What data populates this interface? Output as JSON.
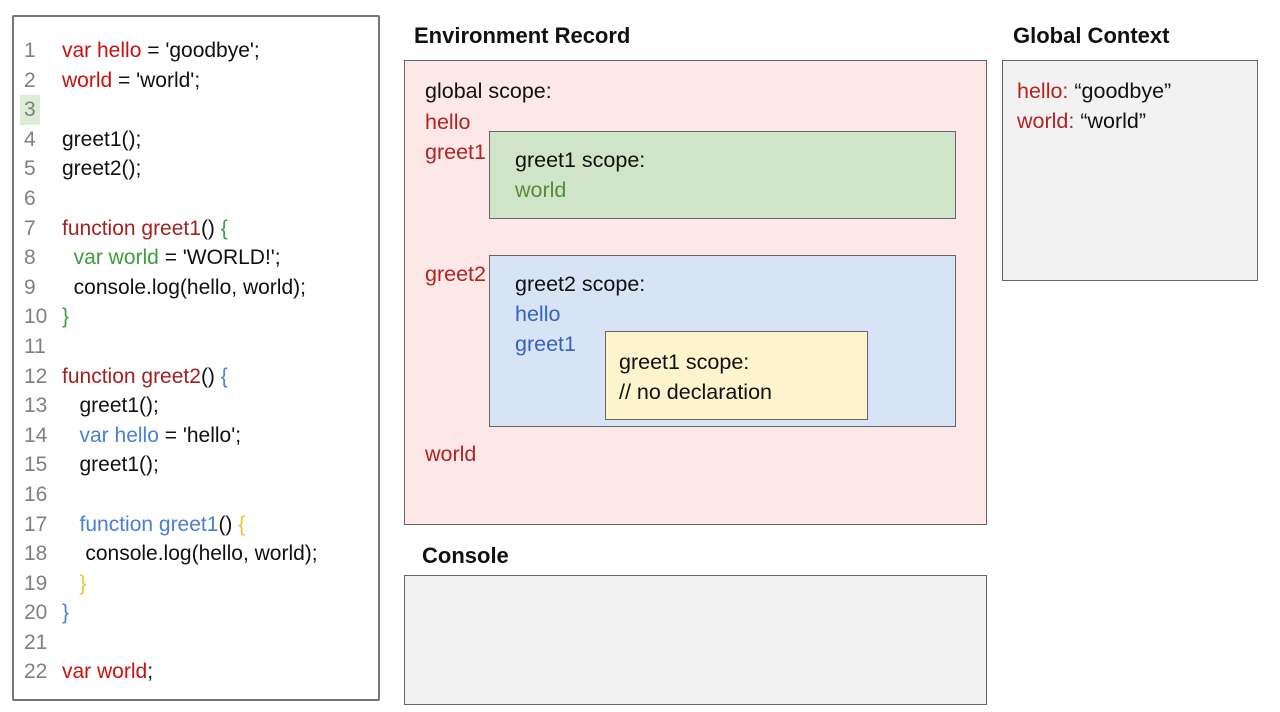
{
  "colors": {
    "code_red": "#cc1010",
    "func_red": "#a32121",
    "label_red": "#b52222",
    "code_green": "#3c9e3c",
    "scope_green": "#538d3a",
    "code_blue": "#4a7fd6",
    "scope_blue": "#3464c2",
    "code_yellow": "#f1c232",
    "code_black": "#111111",
    "line_number_gray": "#808080",
    "highlight_green": "#dcecd5",
    "pink_fill": "#fce8e7",
    "green_fill": "#d0e5c8",
    "blue_fill": "#d7e4f6",
    "yellow_fill": "#fdf3cd",
    "panel_gray_fill": "#f2f2f2"
  },
  "code": {
    "lines": [
      {
        "n": "1",
        "segs": [
          [
            "code_red",
            "var hello"
          ],
          [
            "code_black",
            " = 'goodbye';"
          ]
        ]
      },
      {
        "n": "2",
        "segs": [
          [
            "code_red",
            "world"
          ],
          [
            "code_black",
            " = 'world';"
          ]
        ]
      },
      {
        "n": "3",
        "highlight": true,
        "segs": []
      },
      {
        "n": "4",
        "segs": [
          [
            "code_black",
            "greet1();"
          ]
        ]
      },
      {
        "n": "5",
        "segs": [
          [
            "code_black",
            "greet2();"
          ]
        ]
      },
      {
        "n": "6",
        "segs": []
      },
      {
        "n": "7",
        "segs": [
          [
            "func_red",
            "function greet1"
          ],
          [
            "code_black",
            "() "
          ],
          [
            "code_green",
            "{"
          ]
        ]
      },
      {
        "n": "8",
        "segs": [
          [
            "code_green",
            "  var world"
          ],
          [
            "code_black",
            " = 'WORLD!';"
          ]
        ]
      },
      {
        "n": "9",
        "segs": [
          [
            "code_black",
            "  console.log(hello, world);"
          ]
        ]
      },
      {
        "n": "10",
        "segs": [
          [
            "code_green",
            "}"
          ]
        ]
      },
      {
        "n": "11",
        "segs": []
      },
      {
        "n": "12",
        "segs": [
          [
            "func_red",
            "function greet2"
          ],
          [
            "code_black",
            "() "
          ],
          [
            "code_blue",
            "{"
          ]
        ]
      },
      {
        "n": "13",
        "segs": [
          [
            "code_black",
            "   greet1();"
          ]
        ]
      },
      {
        "n": "14",
        "segs": [
          [
            "code_blue",
            "   var hello"
          ],
          [
            "code_black",
            " = 'hello';"
          ]
        ]
      },
      {
        "n": "15",
        "segs": [
          [
            "code_black",
            "   greet1();"
          ]
        ]
      },
      {
        "n": "16",
        "segs": []
      },
      {
        "n": "17",
        "segs": [
          [
            "code_blue",
            "   function greet1"
          ],
          [
            "code_black",
            "() "
          ],
          [
            "code_yellow",
            "{"
          ]
        ]
      },
      {
        "n": "18",
        "segs": [
          [
            "code_black",
            "    console.log(hello, world);"
          ]
        ]
      },
      {
        "n": "19",
        "segs": [
          [
            "code_yellow",
            "   }"
          ]
        ]
      },
      {
        "n": "20",
        "segs": [
          [
            "code_blue",
            "}"
          ]
        ]
      },
      {
        "n": "21",
        "segs": []
      },
      {
        "n": "22",
        "segs": [
          [
            "code_red",
            "var world"
          ],
          [
            "code_black",
            ";"
          ]
        ]
      }
    ]
  },
  "environment_record": {
    "title": "Environment Record",
    "global_scope_label": "global scope:",
    "global_entries": [
      "hello",
      "greet1",
      "greet2",
      "world"
    ],
    "greet1_scope": {
      "title": "greet1 scope:",
      "entries": [
        "world"
      ],
      "entry_color": "scope_green"
    },
    "greet2_scope": {
      "title": "greet2 scope:",
      "entries": [
        "hello",
        "greet1"
      ],
      "entry_color": "scope_blue"
    },
    "inner_greet1_scope": {
      "title": "greet1 scope:",
      "comment": "// no declaration"
    }
  },
  "global_context": {
    "title": "Global Context",
    "entries": [
      {
        "name": "hello:",
        "value": " “goodbye”"
      },
      {
        "name": "world:",
        "value": " “world”"
      }
    ]
  },
  "console": {
    "title": "Console"
  }
}
